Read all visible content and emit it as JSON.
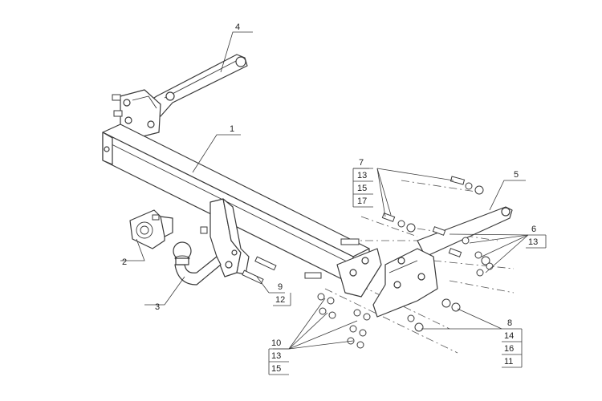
{
  "labels": {
    "l1": "1",
    "l2": "2",
    "l3": "3",
    "l4": "4",
    "l5": "5",
    "l6": "6",
    "l7": "7",
    "l8": "8",
    "l9": "9",
    "l10": "10",
    "l12": "12",
    "l13a": "13",
    "l13b": "13",
    "l13c": "13",
    "l14": "14",
    "l15a": "15",
    "l15b": "15",
    "l16": "16",
    "l17": "17",
    "l11": "11"
  }
}
